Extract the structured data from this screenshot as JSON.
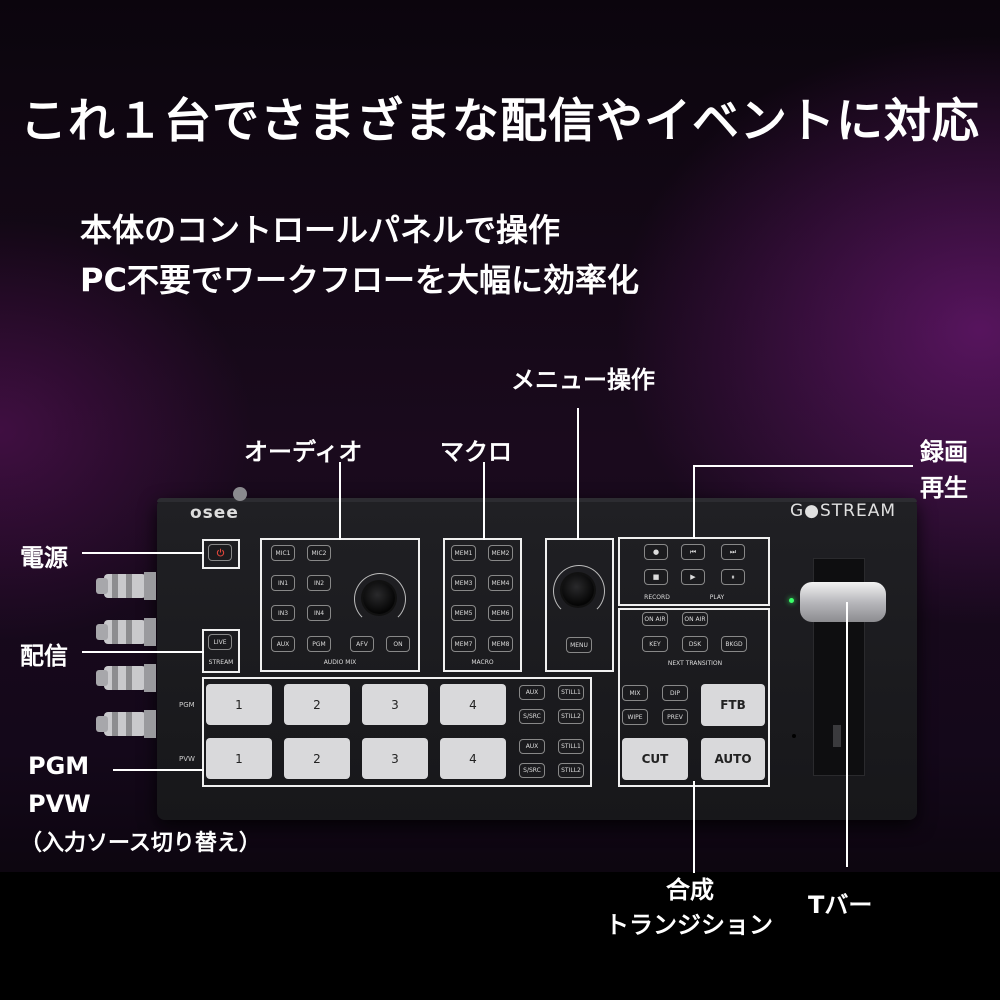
{
  "headline": "これ１台でさまざまな配信やイベントに対応",
  "subtitle_lines": [
    "本体のコントロールパネルで操作",
    "PC不要でワークフローを大幅に効率化"
  ],
  "callouts": {
    "power": "電源",
    "stream": "配信",
    "pgm_pvw": [
      "PGM",
      "PVW",
      "（入力ソース切り替え）"
    ],
    "audio": "オーディオ",
    "macro": "マクロ",
    "menu": "メニュー操作",
    "record_play": [
      "録画",
      "再生"
    ],
    "transition": [
      "合成",
      "トランジション"
    ],
    "tbar": "Tバー"
  },
  "device": {
    "brand": "osee",
    "product": "G●STREAM",
    "live_label": "LIVE",
    "stream_label": "STREAM",
    "audio_buttons": [
      "MIC1",
      "MIC2",
      "IN1",
      "IN2",
      "IN3",
      "IN4",
      "AUX",
      "PGM",
      "AFV",
      "ON"
    ],
    "audio_section": "AUDIO MIX",
    "macro_buttons": [
      "MEM1",
      "MEM2",
      "MEM3",
      "MEM4",
      "MEM5",
      "MEM6",
      "MEM7",
      "MEM8"
    ],
    "macro_section": "MACRO",
    "menu_button": "MENU",
    "record_label": "RECORD",
    "play_label": "PLAY",
    "next_transition": {
      "on_air_1": "ON AIR",
      "on_air_2": "ON AIR",
      "key": "KEY",
      "dsk": "DSK",
      "bkgd": "BKGD",
      "section": "NEXT TRANSITION"
    },
    "pgm_label": "PGM",
    "pvw_label": "PVW",
    "pgm_buttons": [
      "1",
      "2",
      "3",
      "4"
    ],
    "pvw_buttons": [
      "1",
      "2",
      "3",
      "4"
    ],
    "side_buttons": [
      "AUX",
      "STILL1",
      "S/SRC",
      "STILL2"
    ],
    "trans_buttons": {
      "mix": "MIX",
      "dip": "DIP",
      "wipe": "WIPE",
      "prev": "PREV",
      "ftb": "FTB",
      "cut": "CUT",
      "auto": "AUTO"
    }
  },
  "colors": {
    "power_icon": "#e0463b",
    "led": "#3aff6a"
  }
}
